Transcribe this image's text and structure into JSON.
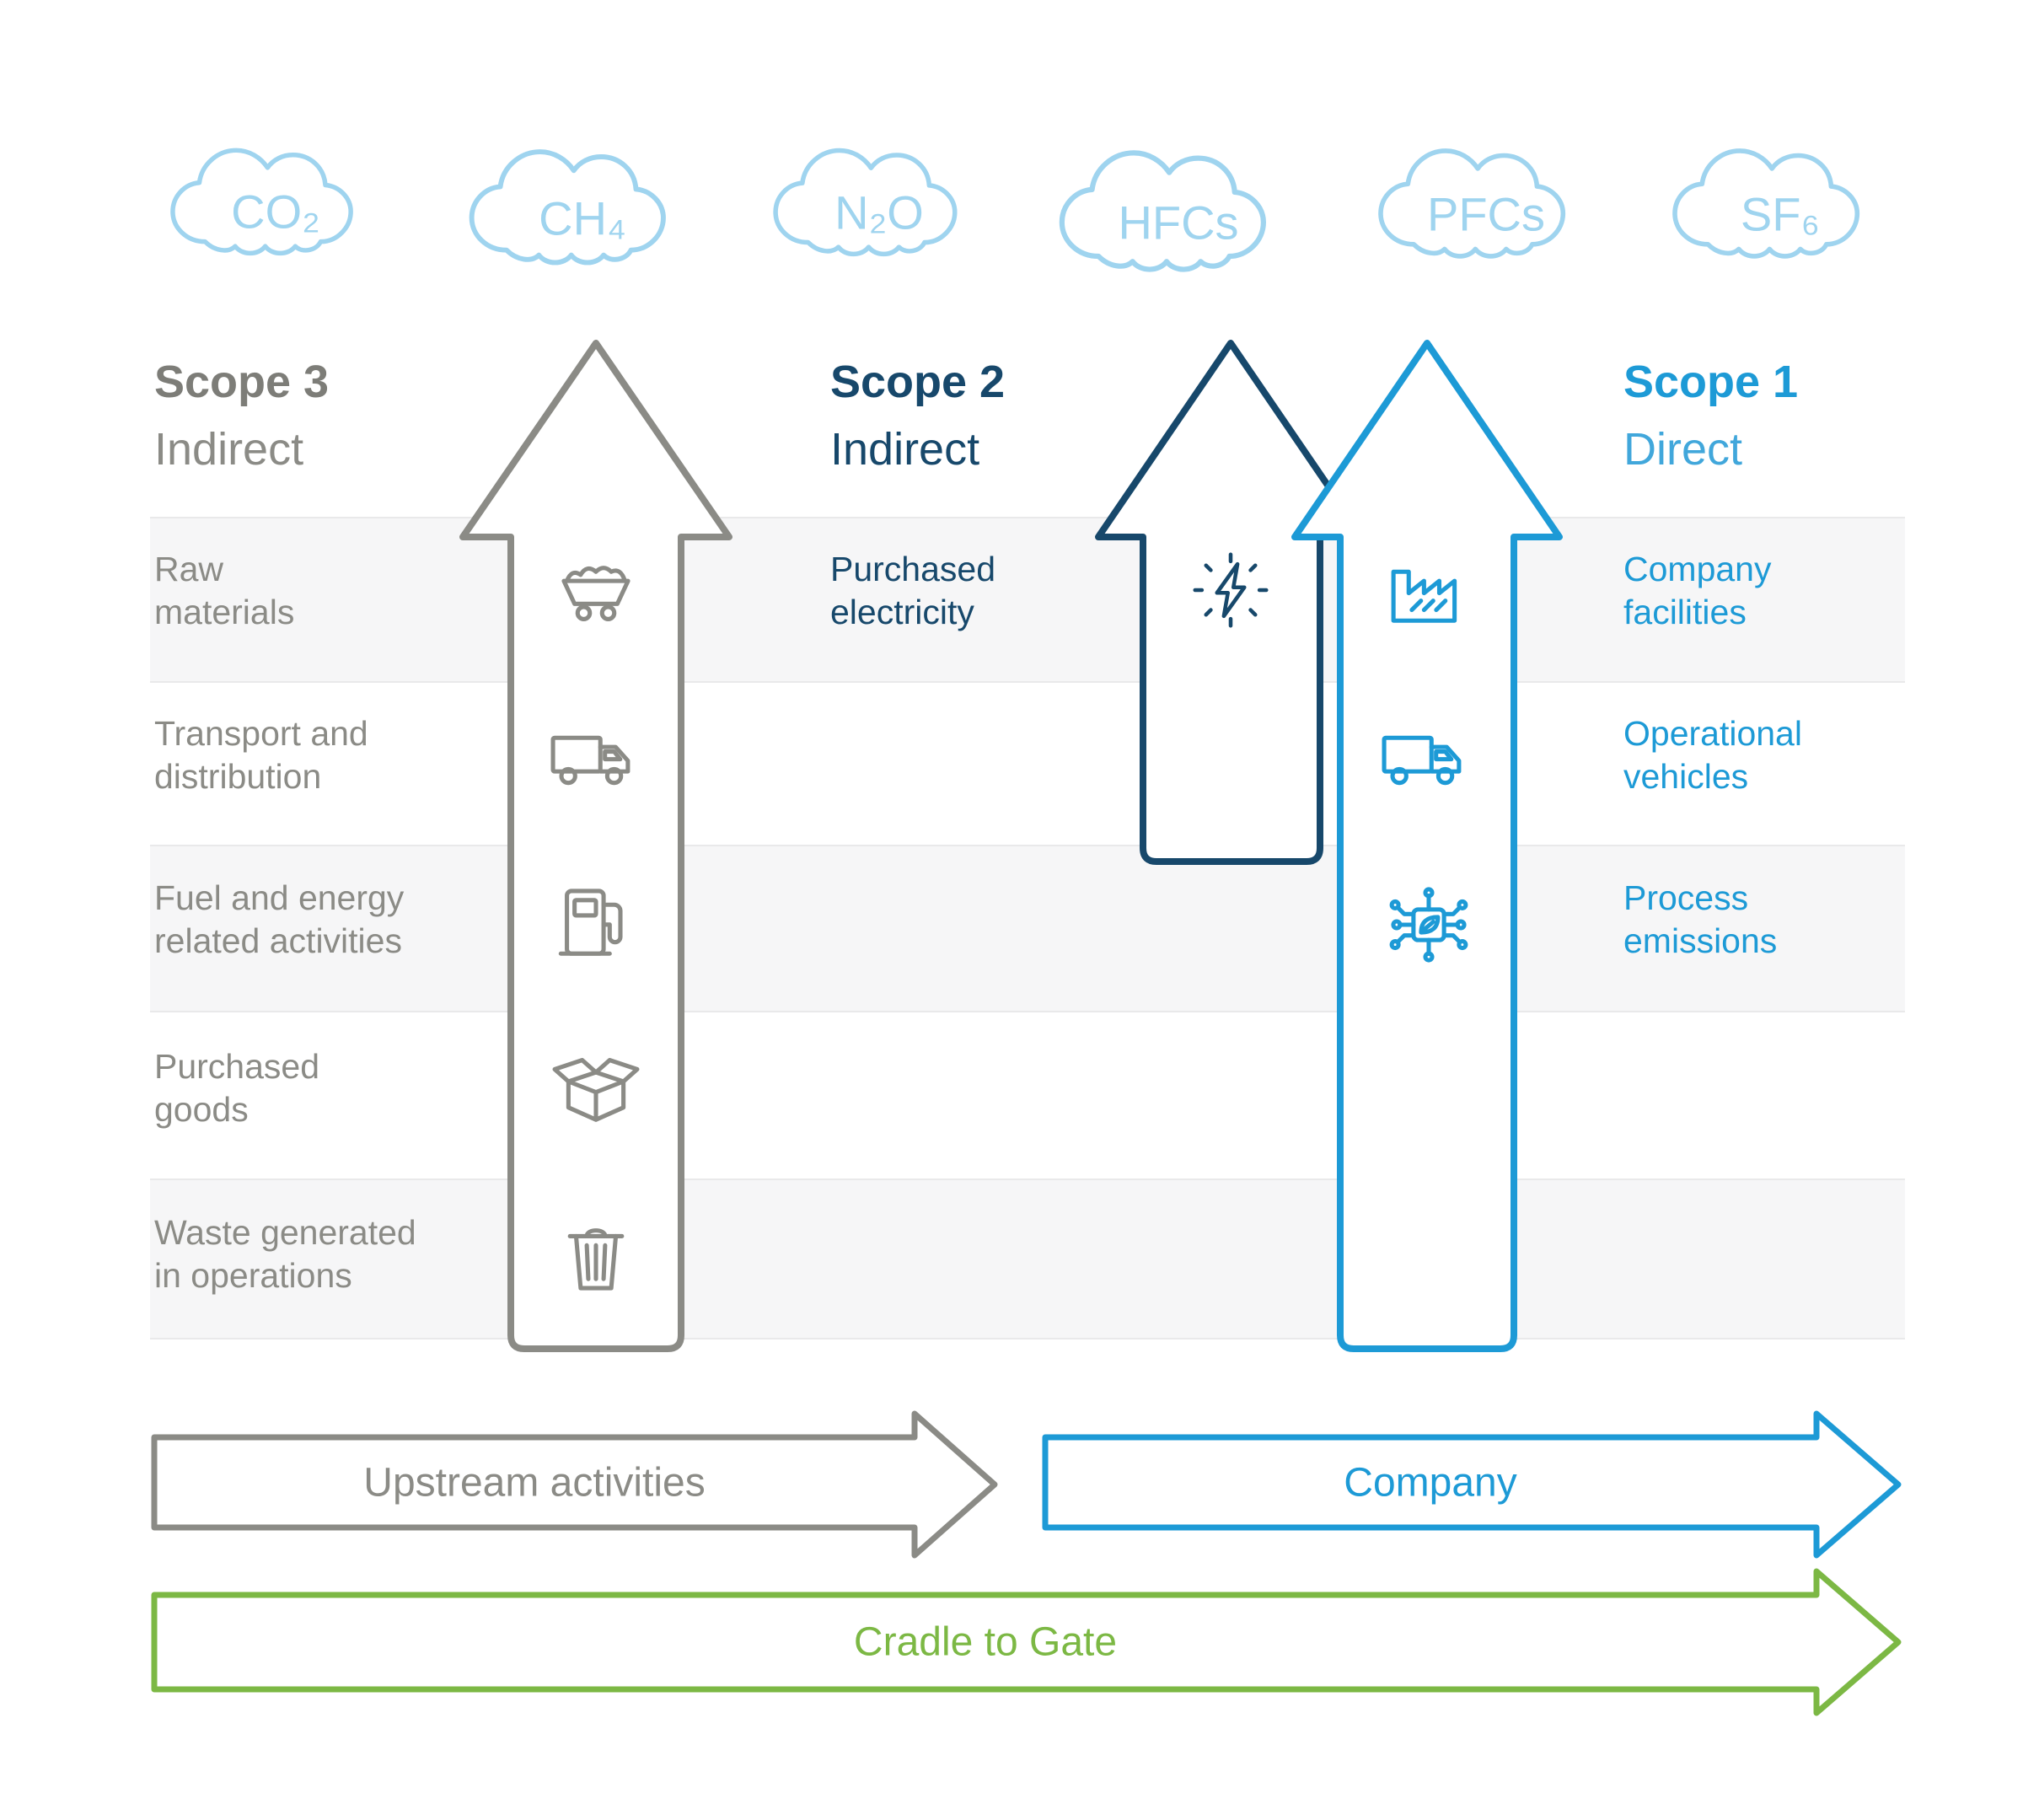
{
  "clouds": [
    {
      "label": "CO₂"
    },
    {
      "label": "CH₄"
    },
    {
      "label": "N₂O"
    },
    {
      "label": "HFCs"
    },
    {
      "label": "PFCs"
    },
    {
      "label": "SF₆"
    }
  ],
  "scope3": {
    "title": "Scope 3",
    "subtitle": "Indirect",
    "rows": [
      {
        "label": "Raw materials",
        "icon": "mine-cart-icon"
      },
      {
        "label": "Transport and distribution",
        "icon": "delivery-truck-icon"
      },
      {
        "label": "Fuel and energy related activities",
        "icon": "fuel-pump-icon"
      },
      {
        "label": "Purchased goods",
        "icon": "open-box-icon"
      },
      {
        "label": "Waste generated in operations",
        "icon": "trash-can-icon"
      }
    ]
  },
  "scope2": {
    "title": "Scope 2",
    "subtitle": "Indirect",
    "rows": [
      {
        "label": "Purchased electricity",
        "icon": "electricity-icon"
      }
    ]
  },
  "scope1": {
    "title": "Scope 1",
    "subtitle": "Direct",
    "rows": [
      {
        "label": "Company facilities",
        "icon": "factory-icon"
      },
      {
        "label": "Operational vehicles",
        "icon": "delivery-truck-icon"
      },
      {
        "label": "Process emissions",
        "icon": "process-emissions-chip-icon"
      }
    ]
  },
  "flow_arrows": {
    "upstream": {
      "label": "Upstream activities"
    },
    "company": {
      "label": "Company"
    },
    "cradle_to_gate": {
      "label": "Cradle to Gate"
    }
  },
  "colors": {
    "scope3_gray": "#8b8b86",
    "scope2_navy": "#17486b",
    "scope1_blue": "#1d9ad6",
    "green": "#7cb844",
    "cloud_blue": "#9fd4ef"
  }
}
